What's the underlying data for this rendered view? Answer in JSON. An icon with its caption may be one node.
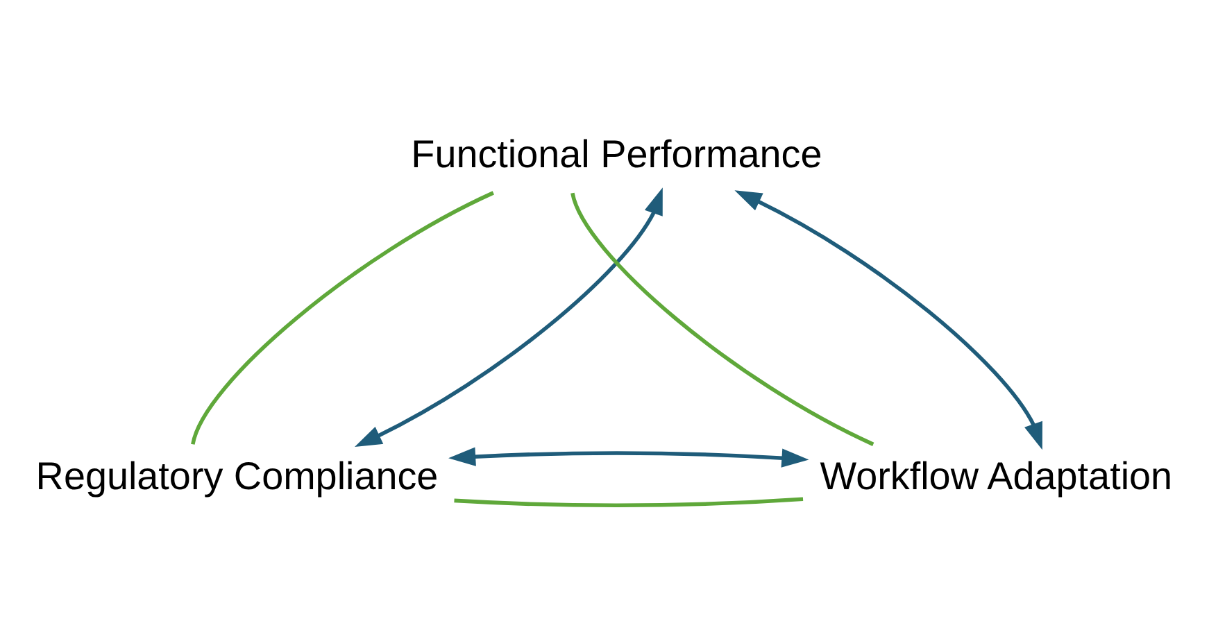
{
  "diagram": {
    "nodes": [
      {
        "text": [
          "Functional Performance"
        ]
      },
      {
        "text": [
          "Regulatory Compliance"
        ]
      },
      {
        "text": [
          "Workflow Adaptation"
        ]
      }
    ],
    "edges": [
      {
        "from": 0,
        "to": 1,
        "arrow": "none",
        "color": "#5fa83a"
      },
      {
        "from": 0,
        "to": 2,
        "arrow": "none",
        "color": "#5fa83a"
      },
      {
        "from": 1,
        "to": 2,
        "arrow": "none",
        "color": "#5fa83a"
      },
      {
        "from": 0,
        "to": 1,
        "arrow": "both",
        "color": "#1f5c7a"
      },
      {
        "from": 0,
        "to": 2,
        "arrow": "both",
        "color": "#1f5c7a"
      },
      {
        "from": 1,
        "to": 2,
        "arrow": "both",
        "color": "#1f5c7a"
      }
    ]
  }
}
